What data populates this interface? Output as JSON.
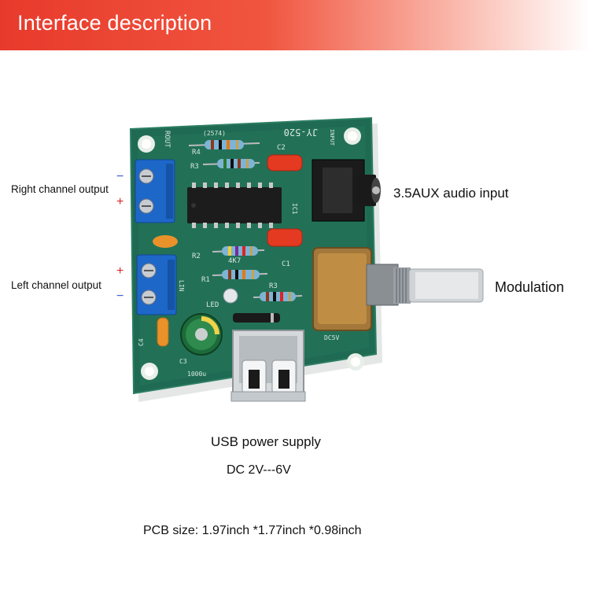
{
  "banner": {
    "title": "Interface description"
  },
  "labels": {
    "right_channel": "Right channel output",
    "left_channel": "Left channel output",
    "aux_input": "3.5AUX audio input",
    "modulation": "Modulation",
    "usb_power": "USB power supply",
    "dc_range": "DC 2V---6V",
    "pcb_size": "PCB size: 1.97inch *1.77inch *0.98inch"
  },
  "polarity": {
    "minus": "−",
    "plus": "+"
  },
  "silkscreen": {
    "rout": "ROUT",
    "board_id": "JY-520",
    "input": "INPUT",
    "lin": "LIN",
    "led": "LED",
    "dc5v": "DC5V",
    "c1": "C1",
    "c2": "C2",
    "c3": "C3",
    "c4": "C4",
    "r1": "R1",
    "r2": "R2",
    "r3": "R3",
    "r4": "R4",
    "ic1": "IC1",
    "r2_val": "4K7",
    "r4_val": "(2574)",
    "c3_val": "1000u"
  },
  "colors": {
    "banner_red": "#e83a2c",
    "pcb_green": "#1f6a52",
    "terminal_blue": "#1d67c9",
    "minus_blue": "#3a5bd0",
    "plus_red": "#d42a2a"
  }
}
